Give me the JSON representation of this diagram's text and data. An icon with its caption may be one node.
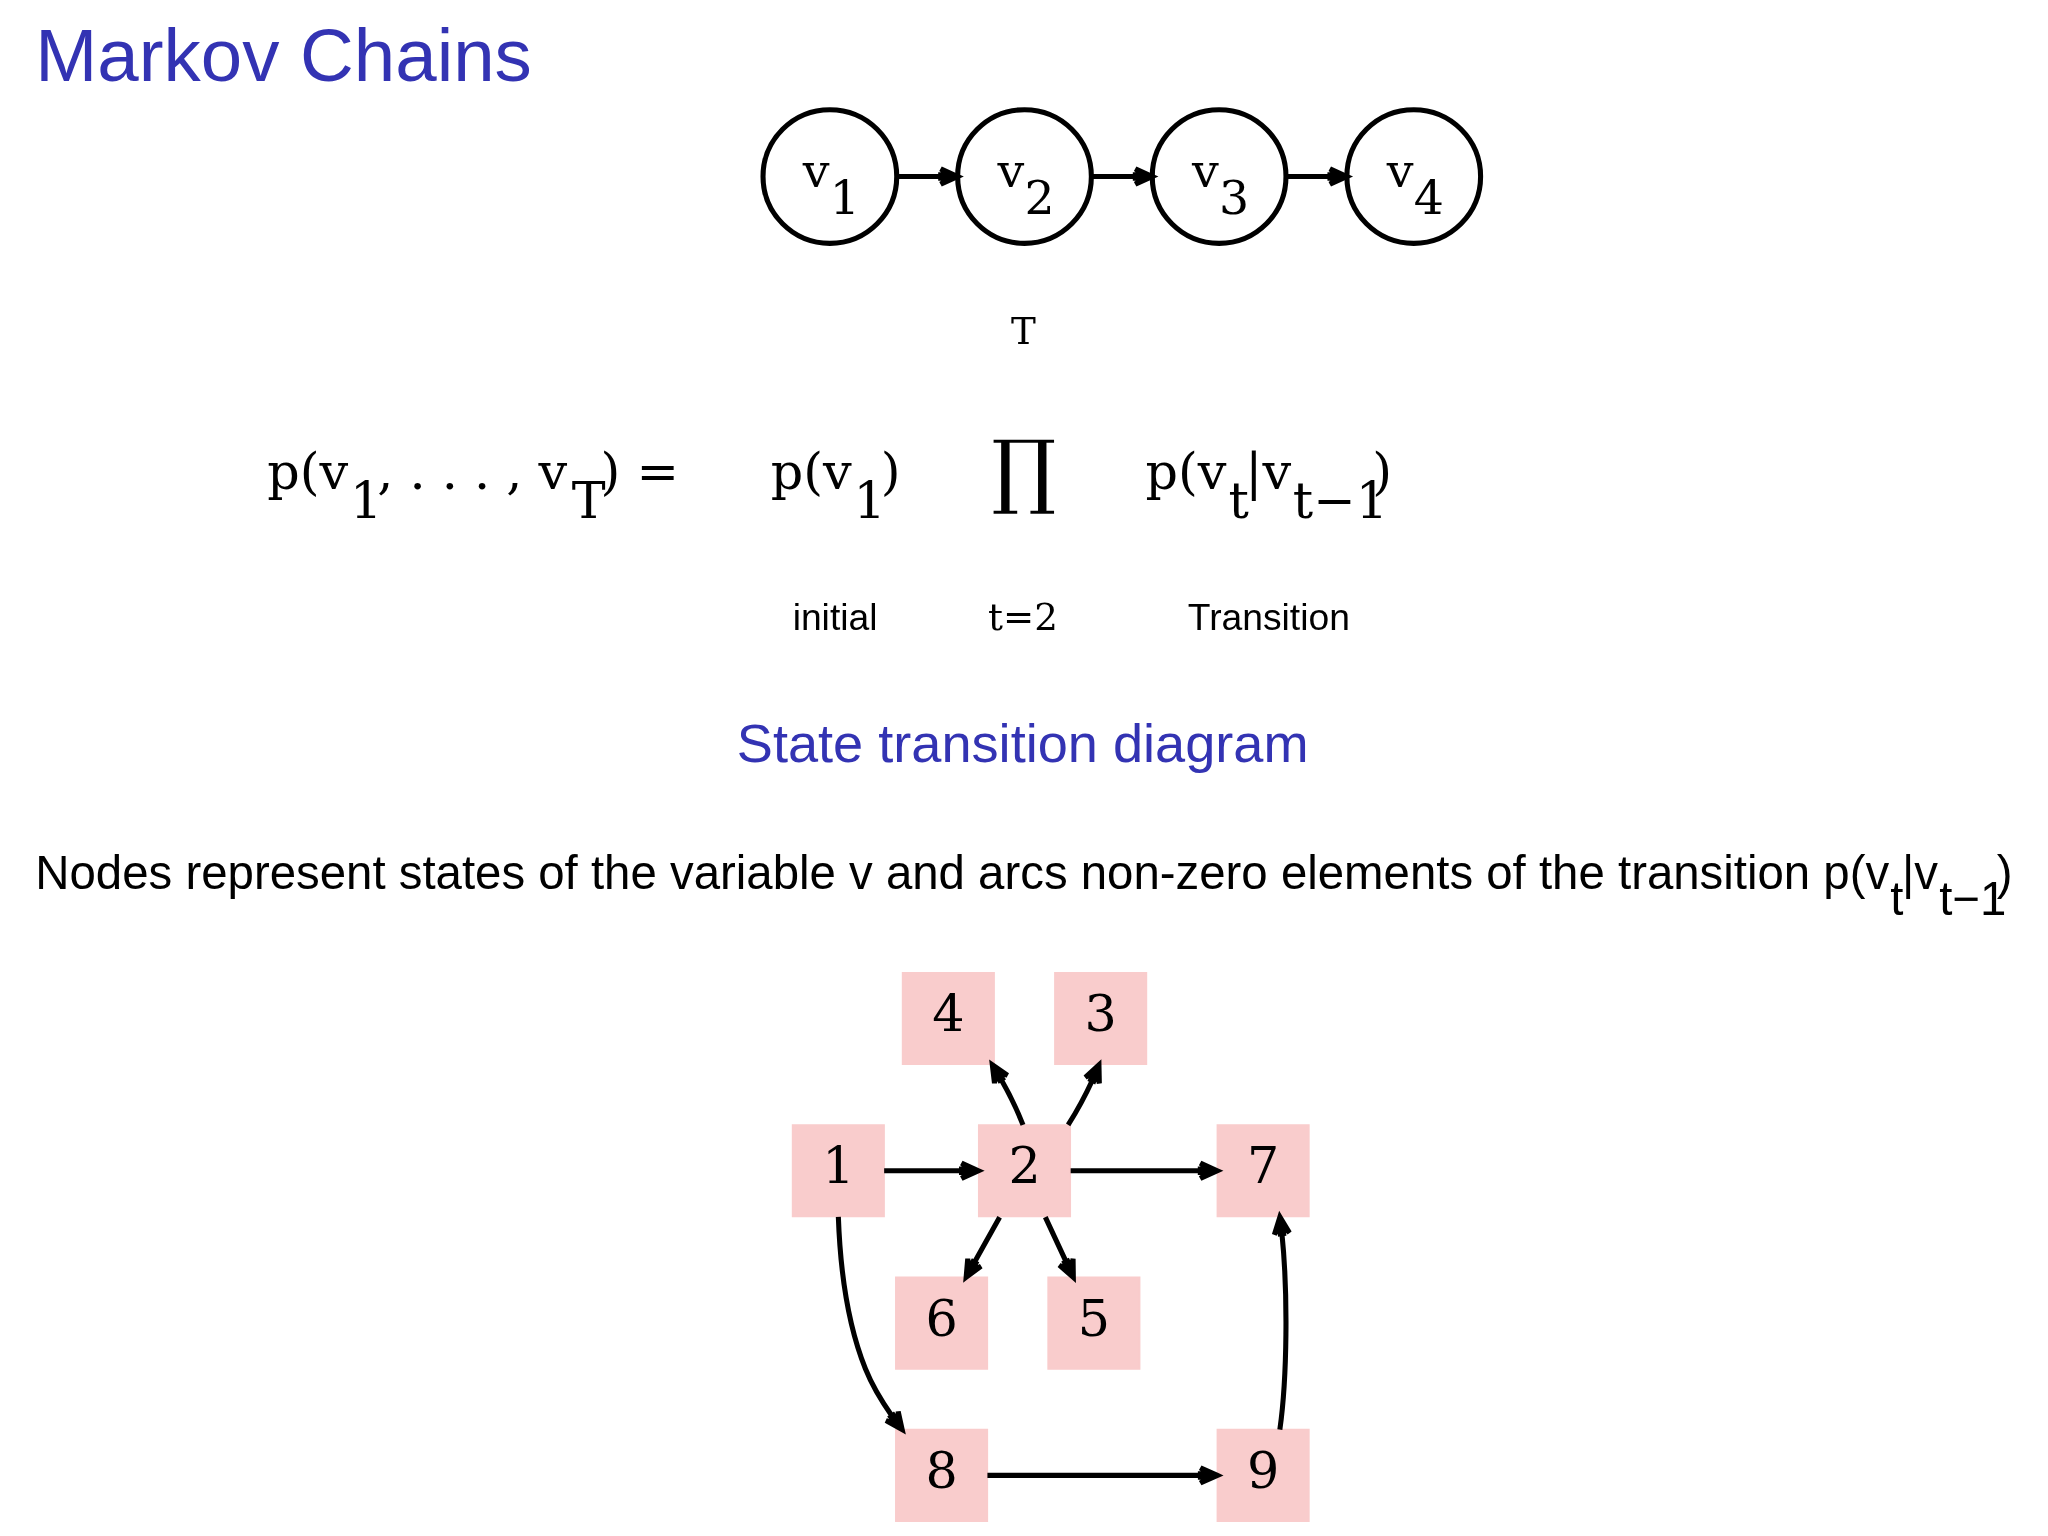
{
  "diagram": {
    "title": "Markov Chains",
    "nodes": [
      {
        "text": [
          "v$_{1}$"
        ]
      },
      {
        "text": [
          "v$_{2}$"
        ]
      },
      {
        "text": [
          "v$_{3}$"
        ]
      },
      {
        "text": [
          "v$_{4}$"
        ]
      },
      {
        "text": [
          "4"
        ]
      },
      {
        "text": [
          "3"
        ]
      },
      {
        "text": [
          "1"
        ]
      },
      {
        "text": [
          "2"
        ]
      },
      {
        "text": [
          "7"
        ]
      },
      {
        "text": [
          "6"
        ]
      },
      {
        "text": [
          "5"
        ]
      },
      {
        "text": [
          "8"
        ]
      },
      {
        "text": [
          "9"
        ]
      }
    ],
    "edges": [
      {
        "from": 0,
        "to": 1,
        "arrow": "to"
      },
      {
        "from": 1,
        "to": 2,
        "arrow": "to"
      },
      {
        "from": 2,
        "to": 3,
        "arrow": "to"
      },
      {
        "from": 6,
        "to": 7,
        "arrow": "to"
      },
      {
        "from": 7,
        "to": 4,
        "arrow": "to"
      },
      {
        "from": 7,
        "to": 5,
        "arrow": "to"
      },
      {
        "from": 7,
        "to": 8,
        "arrow": "to"
      },
      {
        "from": 7,
        "to": 9,
        "arrow": "to"
      },
      {
        "from": 7,
        "to": 10,
        "arrow": "to"
      },
      {
        "from": 6,
        "to": 11,
        "arrow": "to"
      },
      {
        "from": 11,
        "to": 12,
        "arrow": "to"
      },
      {
        "from": 12,
        "to": 8,
        "arrow": "to"
      }
    ],
    "labels": [
      "p(v$_{1}$, . . . , v$_{T}$) =",
      "p(v$_{1}$)",
      "T",
      "∏",
      "p(v$_{t}$|v$_{t−1}$)",
      "initial",
      "t=2",
      "Transition",
      "State transition diagram",
      "Nodes represent states of the variable v and arcs non-zero elements of the transition p(v$_{t}$|v$_{t−1}$)"
    ]
  }
}
